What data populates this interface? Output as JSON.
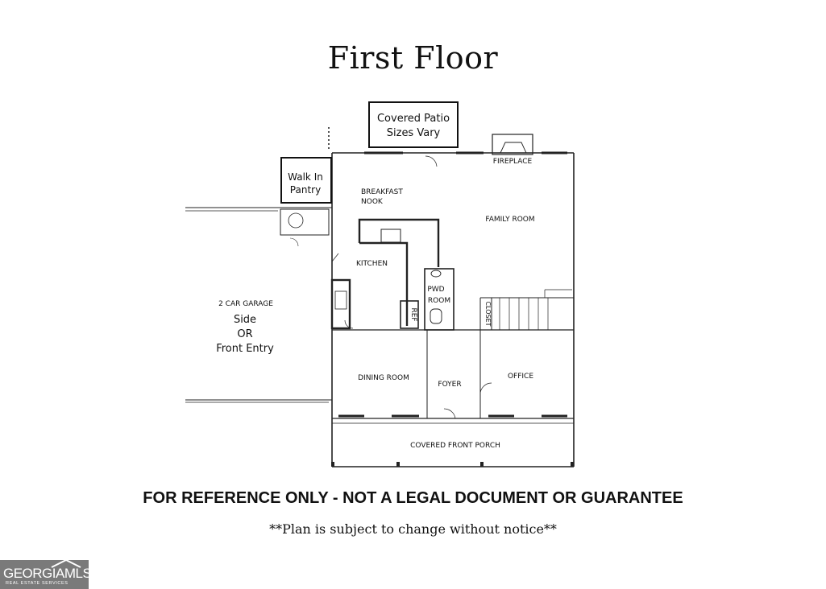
{
  "title": "First Floor",
  "rooms": {
    "covered_patio": {
      "line1": "Covered Patio",
      "line2": "Sizes Vary"
    },
    "walk_in_pantry": {
      "line1": "Walk In",
      "line2": "Pantry"
    },
    "breakfast_nook": {
      "line1": "BREAKFAST",
      "line2": "NOOK"
    },
    "family_room": "FAMILY ROOM",
    "fireplace": "FIREPLACE",
    "kitchen": "KITCHEN",
    "pwd_room": {
      "line1": "PWD",
      "line2": "ROOM"
    },
    "ref": "REF",
    "closet": "CLOSET",
    "garage": {
      "label": "2 CAR GARAGE",
      "line1": "Side",
      "line2": "OR",
      "line3": "Front Entry"
    },
    "dining_room": "DINING ROOM",
    "foyer": "FOYER",
    "office": "OFFICE",
    "covered_front_porch": "COVERED FRONT PORCH"
  },
  "disclaimer": "FOR REFERENCE ONLY - NOT A LEGAL DOCUMENT OR GUARANTEE",
  "notice": "**Plan is subject to change without notice**",
  "logo": {
    "main": "GEORGIAMLS",
    "sub": "REAL ESTATE SERVICES",
    "color": "#7a7a7a"
  }
}
